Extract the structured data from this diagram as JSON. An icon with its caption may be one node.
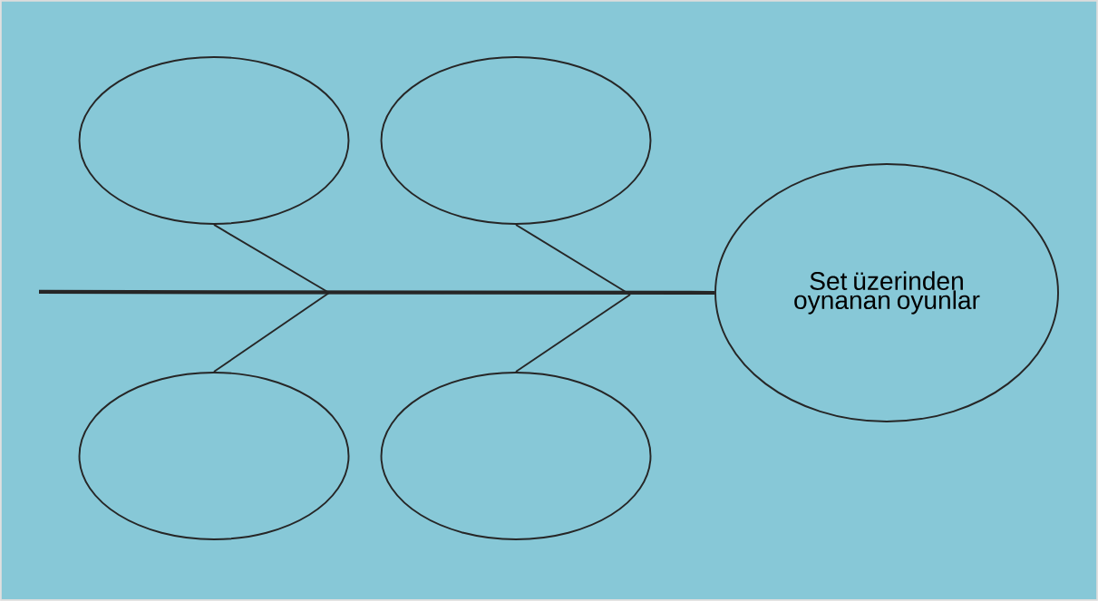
{
  "diagram": {
    "nodes": [
      {
        "text": [],
        "shape": "ellipse"
      },
      {
        "text": [],
        "shape": "ellipse"
      },
      {
        "text": [],
        "shape": "ellipse"
      },
      {
        "text": [],
        "shape": "ellipse"
      },
      {
        "text": [
          "Set üzerinden oynanan oyunlar"
        ]
      }
    ],
    "edges": [
      {
        "from": null,
        "to": 4,
        "arrow": "none",
        "style": "thick"
      },
      {
        "from": 0,
        "to": null,
        "arrow": "none"
      },
      {
        "from": 2,
        "to": null,
        "arrow": "none"
      },
      {
        "from": 1,
        "to": null,
        "arrow": "none"
      },
      {
        "from": 3,
        "to": null,
        "arrow": "none"
      }
    ]
  }
}
